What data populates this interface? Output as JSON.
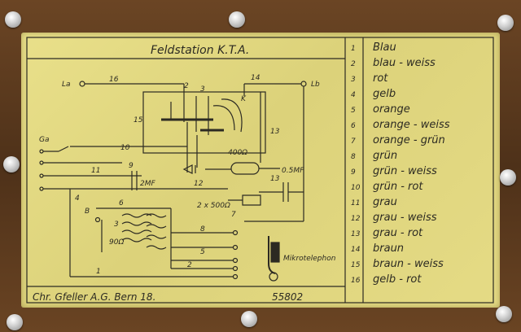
{
  "title": "Feldstation K.T.A.",
  "footer": {
    "maker": "Chr. Gfeller A.G. Bern 18.",
    "serial": "55802"
  },
  "schematic_labels": {
    "la": "La",
    "lb": "Lb",
    "ga": "Ga",
    "w16": "16",
    "w2": "2",
    "w3": "3",
    "w14": "14",
    "w15": "15",
    "wk": "K",
    "w10": "10",
    "w13": "13",
    "w11": "11",
    "w9": "9",
    "w12": "12",
    "w4": "4",
    "w6": "6",
    "w8": "8",
    "w7": "7",
    "w5": "5",
    "w1": "1",
    "w2b": "2",
    "w13b": "13",
    "wb": "B",
    "w3b": "3",
    "w1l": "1",
    "cap_2mf": "2MF",
    "cap_05mf": "0.5MF",
    "res_400": "400Ω",
    "res_2x500": "2 x 500Ω",
    "coil_90": "90Ω",
    "mic": "Mikrotelephon"
  },
  "legend": [
    {
      "n": "1",
      "color": "Blau"
    },
    {
      "n": "2",
      "color": "blau - weiss"
    },
    {
      "n": "3",
      "color": "rot"
    },
    {
      "n": "4",
      "color": "gelb"
    },
    {
      "n": "5",
      "color": "orange"
    },
    {
      "n": "6",
      "color": "orange - weiss"
    },
    {
      "n": "7",
      "color": "orange - grün"
    },
    {
      "n": "8",
      "color": "grün"
    },
    {
      "n": "9",
      "color": "grün - weiss"
    },
    {
      "n": "10",
      "color": "grün - rot"
    },
    {
      "n": "11",
      "color": "grau"
    },
    {
      "n": "12",
      "color": "grau - weiss"
    },
    {
      "n": "13",
      "color": "grau - rot"
    },
    {
      "n": "14",
      "color": "braun"
    },
    {
      "n": "15",
      "color": "braun - weiss"
    },
    {
      "n": "16",
      "color": "gelb - rot"
    }
  ],
  "colors": {
    "plate": "#e3d980",
    "ink": "#2c2a22",
    "wood": "#5a3b1e"
  }
}
